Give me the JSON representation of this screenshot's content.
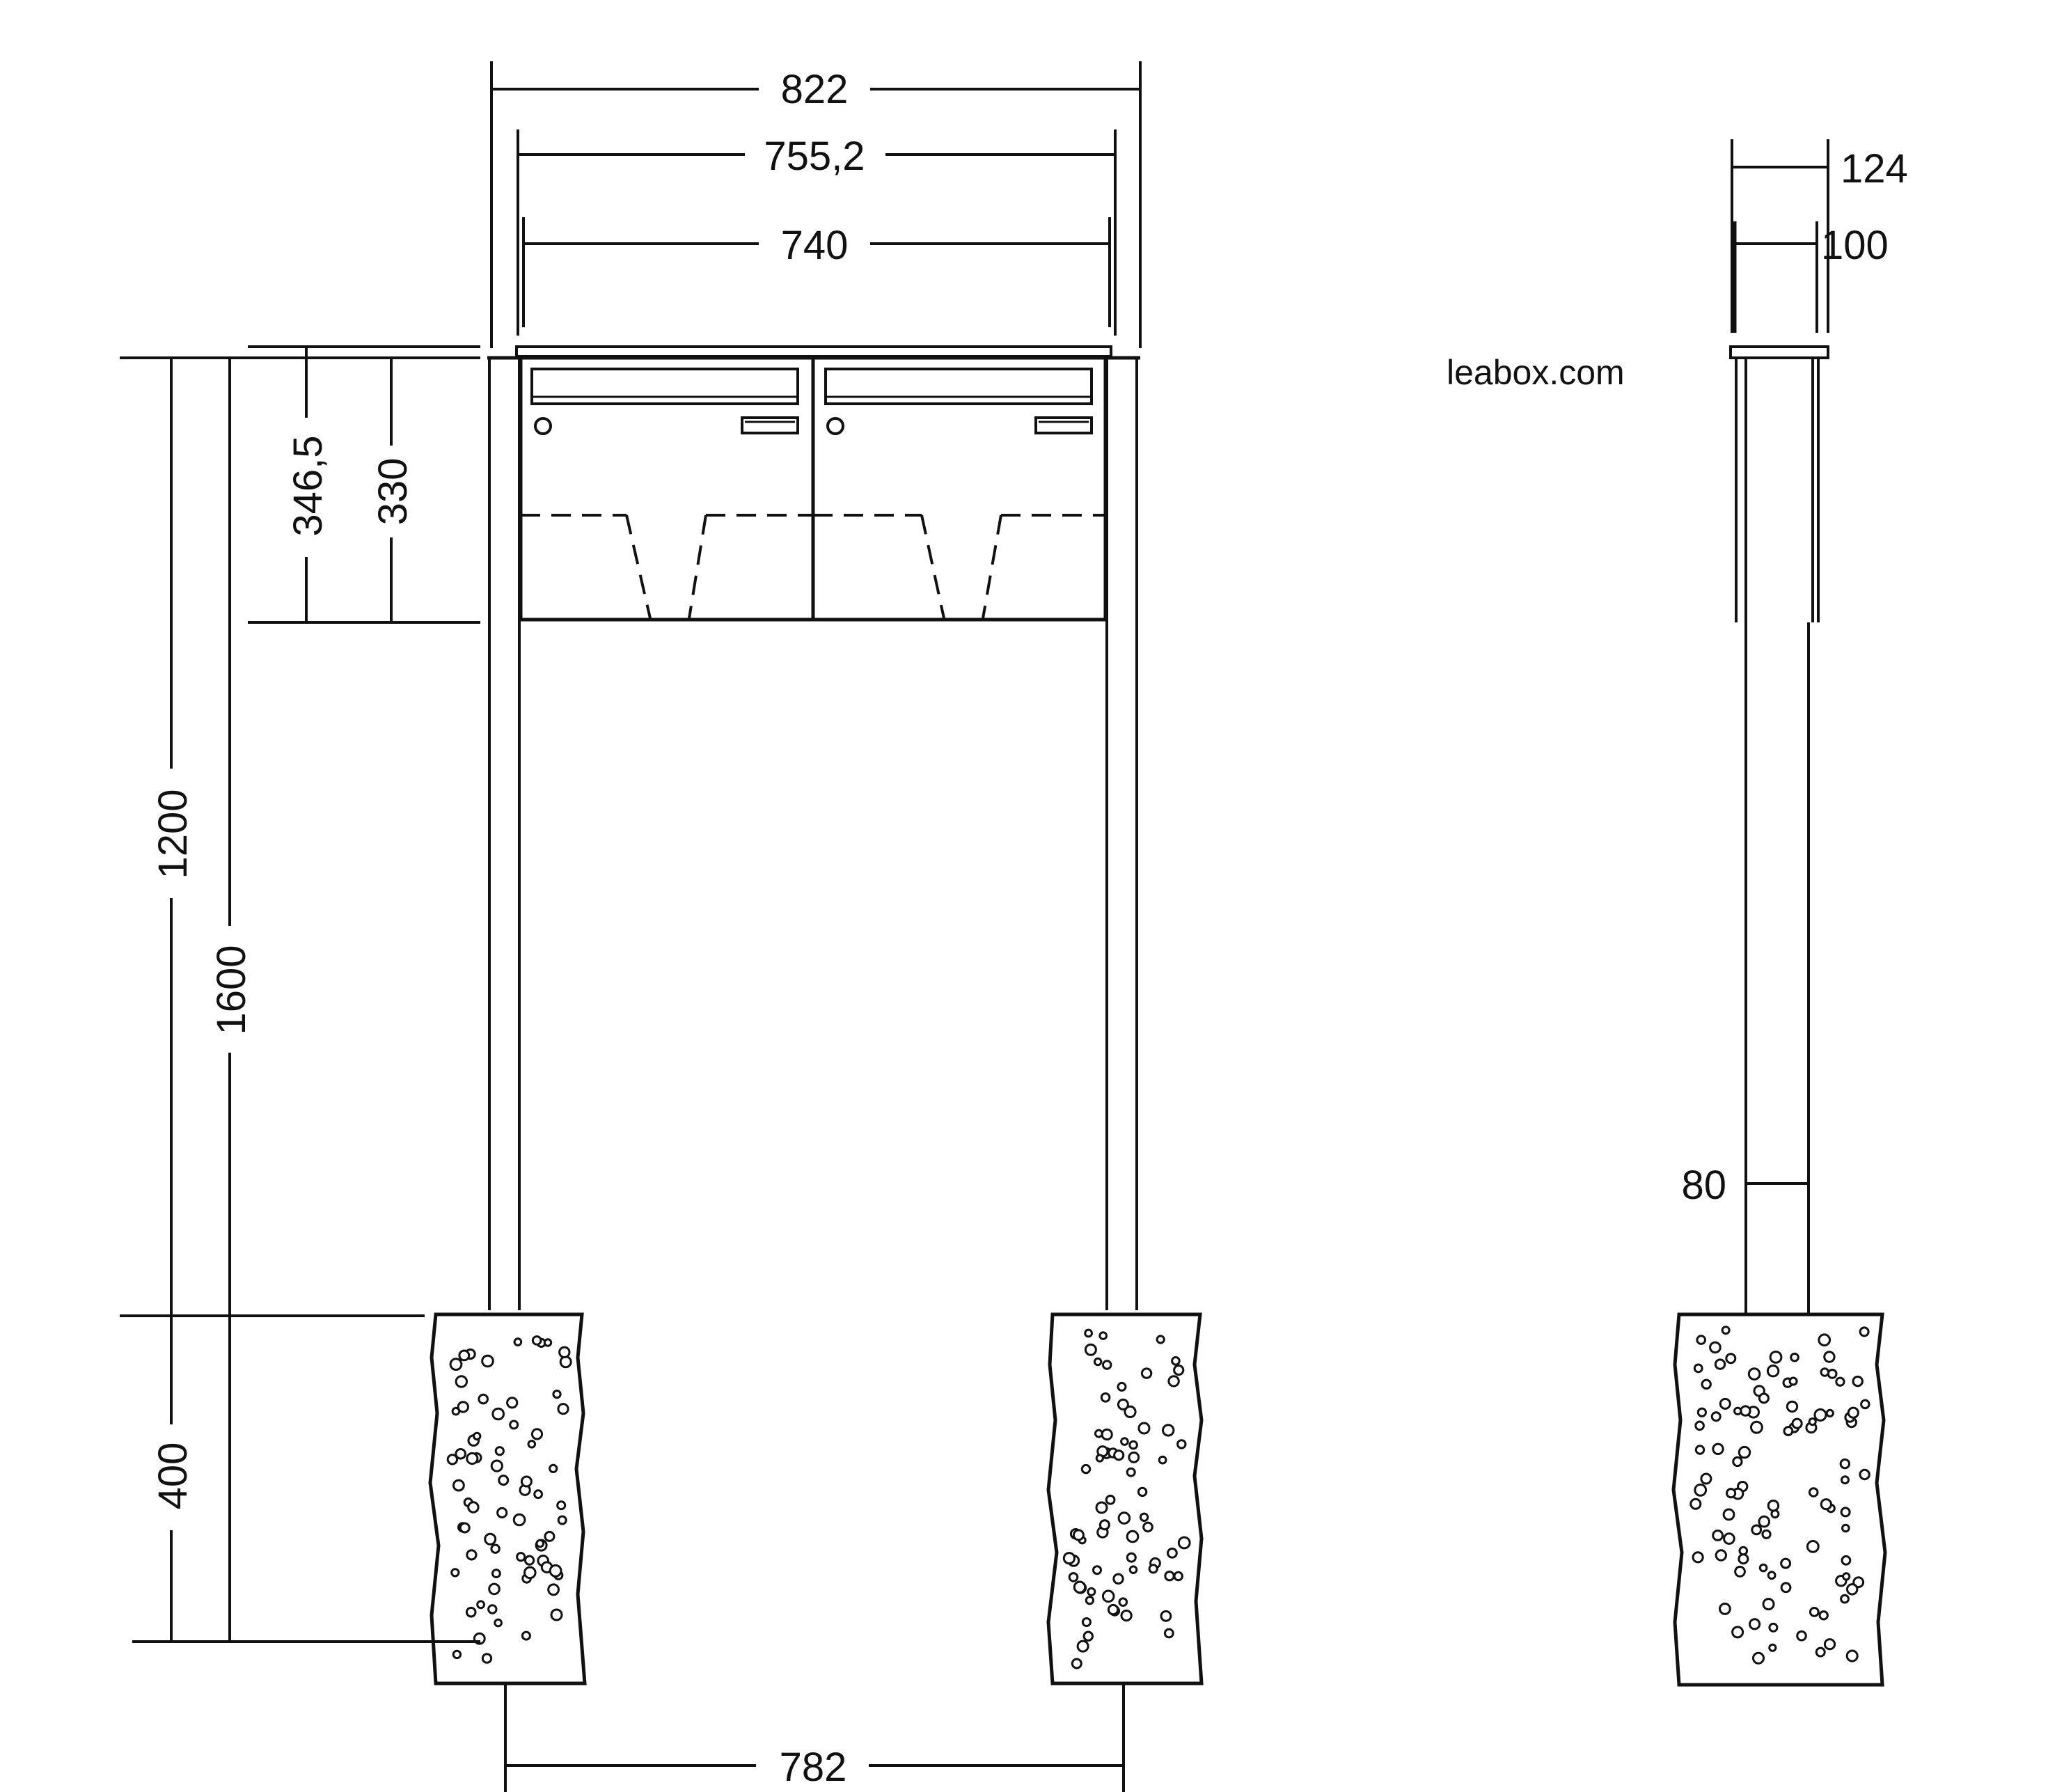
{
  "dimensions": {
    "total_width": "822",
    "frame_width": "755,2",
    "box_width": "740",
    "post_spacing": "782",
    "box_height_outer": "346,5",
    "box_height": "330",
    "box_top_height": "1200",
    "total_height": "1600",
    "foundation_depth": "400",
    "side_depth_outer": "124",
    "side_depth": "100",
    "post_size": "80"
  },
  "brand": "leabox.com"
}
